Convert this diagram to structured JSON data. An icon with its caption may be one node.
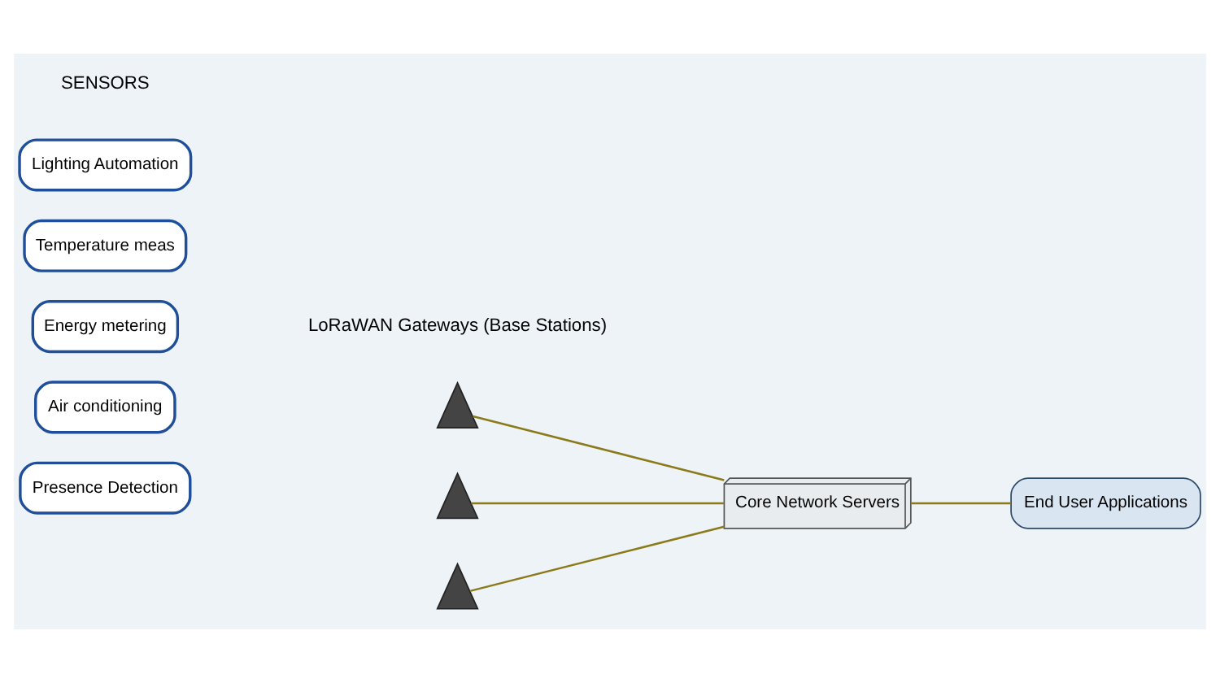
{
  "diagram": {
    "nodes": [
      {
        "text": [
          "Lighting Automation"
        ]
      },
      {
        "text": [
          "Temperature meas"
        ]
      },
      {
        "text": [
          "Energy metering"
        ]
      },
      {
        "text": [
          "Air conditioning"
        ]
      },
      {
        "text": [
          "Presence Detection"
        ]
      },
      {
        "text": [],
        "shape": "picture"
      },
      {
        "text": [],
        "shape": "picture"
      },
      {
        "text": [],
        "shape": "picture"
      },
      {
        "text": [
          "Core Network Servers"
        ]
      },
      {
        "text": [
          "End User Applications"
        ]
      }
    ],
    "edges": [
      {
        "from": 5,
        "to": 8,
        "arrow": "none"
      },
      {
        "from": 6,
        "to": 8,
        "arrow": "none"
      },
      {
        "from": 7,
        "to": 8,
        "arrow": "none"
      },
      {
        "from": 8,
        "to": 9,
        "arrow": "none"
      }
    ],
    "labels": [
      "SENSORS",
      "LoRaWAN Gateways (Base Stations)"
    ]
  }
}
